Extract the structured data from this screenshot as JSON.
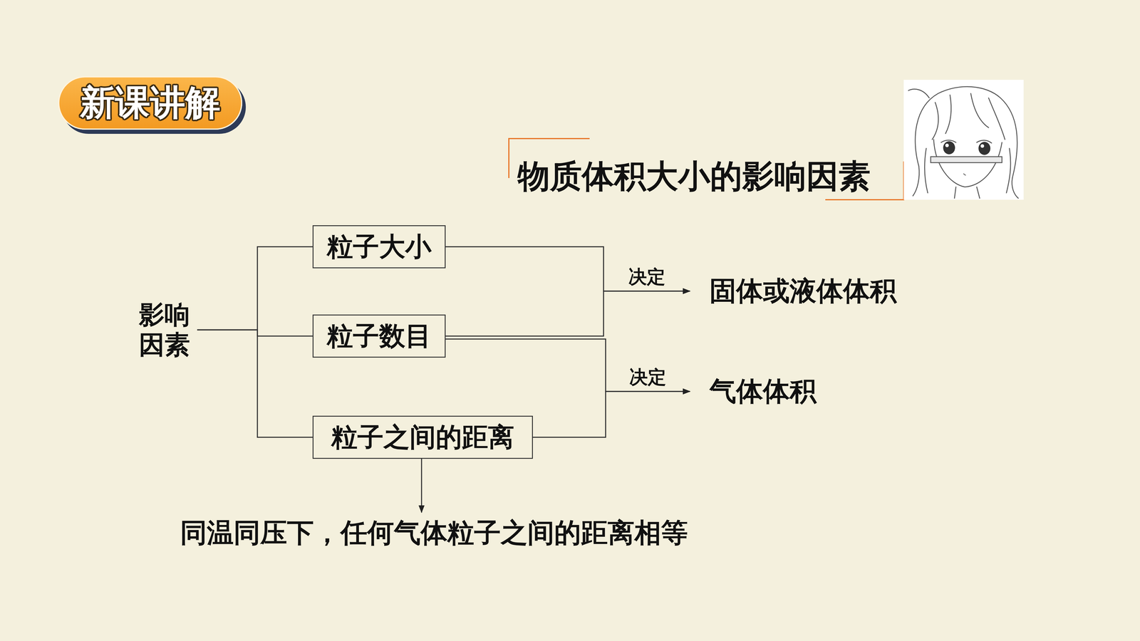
{
  "diagram": {
    "title": "物质体积大小的影响因素",
    "nodes": [
      {
        "text": [
          "新课讲解"
        ]
      },
      {
        "text": [
          "影响 因素"
        ]
      },
      {
        "text": [
          "粒子大小"
        ]
      },
      {
        "text": [
          "粒子数目"
        ]
      },
      {
        "text": [
          "粒子之间的距离"
        ]
      },
      {
        "text": [
          "固体或液体体积"
        ]
      },
      {
        "text": [
          "气体体积"
        ]
      },
      {
        "text": [
          "同温同压下，任何气体粒子之间的距离相等"
        ]
      }
    ],
    "edges": [
      {
        "from": 1,
        "to": 2,
        "arrow": "none"
      },
      {
        "from": 1,
        "to": 3,
        "arrow": "none"
      },
      {
        "from": 1,
        "to": 4,
        "arrow": "none"
      },
      {
        "from": 2,
        "to": 5,
        "label": "决定",
        "arrow": "to"
      },
      {
        "from": 3,
        "to": 5,
        "arrow": "to"
      },
      {
        "from": 3,
        "to": 6,
        "label": "决定",
        "arrow": "to"
      },
      {
        "from": 4,
        "to": 6,
        "arrow": "to"
      },
      {
        "from": 4,
        "to": 7,
        "arrow": "to"
      }
    ]
  }
}
